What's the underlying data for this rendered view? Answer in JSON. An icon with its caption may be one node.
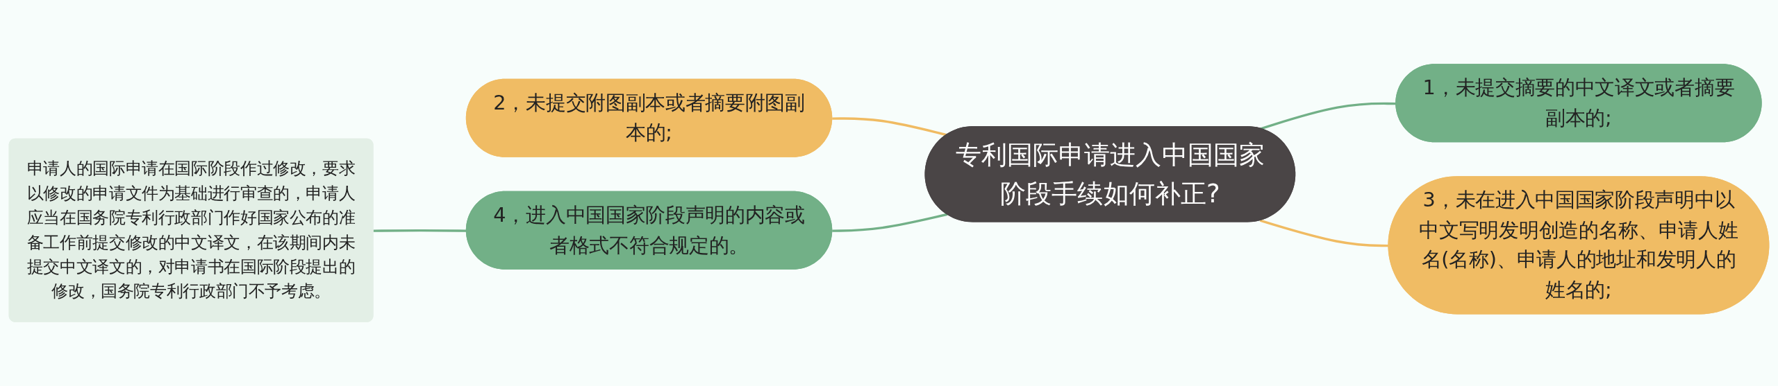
{
  "diagram": {
    "nodes": [
      {
        "text": [
          "专利国际申请进入中国国家阶段手续如何补正?"
        ]
      },
      {
        "text": [
          "1，未提交摘要的中文译文或者摘要副本的;"
        ]
      },
      {
        "text": [
          "2，未提交附图副本或者摘要附图副本的;"
        ]
      },
      {
        "text": [
          "3，未在进入中国国家阶段声明中以中文写明发明创造的名称、申请人姓名(名称)、申请人的地址和发明人的姓名的;"
        ]
      },
      {
        "text": [
          "4，进入中国国家阶段声明的内容或者格式不符合规定的。"
        ]
      },
      {
        "text": [
          "申请人的国际申请在国际阶段作过修改，要求以修改的申请文件为基础进行审查的，申请人应当在国务院专利行政部门作好国家公布的准备工作前提交修改的中文译文，在该期间内未提交中文译文的，对申请书在国际阶段提出的修改，国务院专利行政部门不予考虑。"
        ]
      }
    ],
    "edges": [
      {
        "from": 2,
        "to": 0,
        "arrow": "none",
        "color": "#f0bb62"
      },
      {
        "from": 5,
        "to": 4,
        "arrow": "none"
      },
      {
        "from": 4,
        "to": 0,
        "arrow": "none"
      },
      {
        "from": 0,
        "to": 1,
        "arrow": "none"
      },
      {
        "from": 0,
        "to": 3,
        "arrow": "none",
        "color": "#f0bb62"
      }
    ]
  }
}
